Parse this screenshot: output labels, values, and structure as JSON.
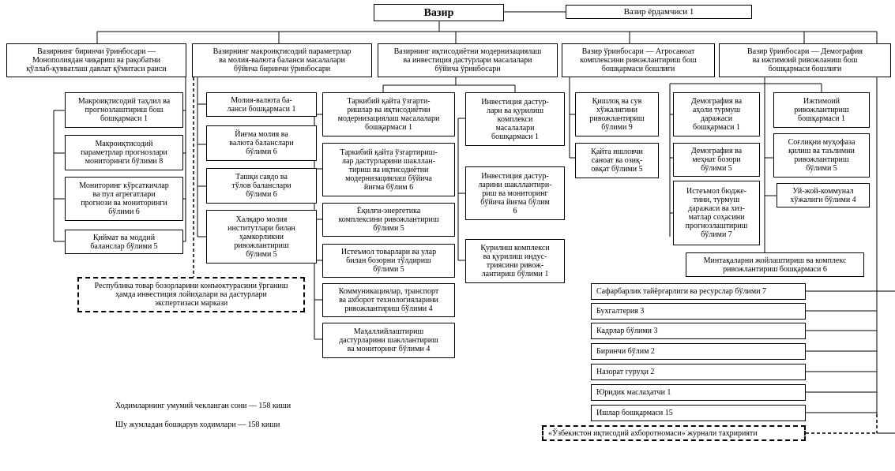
{
  "top": {
    "minister": "Вазир",
    "assistant": "Вазир ёрдамчиси 1"
  },
  "deputies": [
    "Вазирнинг биринчи ўринбосари —\nМонополиядан чиқариш ва рақобатни\nқўллаб-қувватлаш давлат қўмитаси раиси",
    "Вазирнинг макроиқтисодий параметрлар\nва молия-валюта баланси масалалари\nбўйича биринчи ўринбосари",
    "Вазирнинг иқтисодиётни модернизациялаш\nва инвестиция дастурлари масалалари\nбўйича ўринбосари",
    "Вазир ўринбосари — Агросаноат\nкомплексини ривожлантириш бош\nбошқармаси бошлиғи",
    "Вазир ўринбосари — Демография\nва ижтимоий ривожланиш бош\nбошқармаси бошлиғи"
  ],
  "col1": [
    "Макроиқтисодий таҳлил ва\nпрогнозлаштириш бош\nбошқармаси 1",
    "Макроиқтисодий\nпараметрлар прогнозлари\nмониторинги бўлими 8",
    "Мониторинг кўрсаткичлар\nва пул агрегатлари\nпрогнози ва мониторинги\nбўлими 6",
    "Қиймат ва моддий\nбаланслар бўлими 5"
  ],
  "col2": [
    "Молия-валюта ба-\nланси бошқармаси 1",
    "Йиғма молия ва\nвалюта баланслари\nбўлими 6",
    "Ташқи савдо ва\nтўлов баланслари\nбўлими 6",
    "Халқаро молия\nинститутлари билан\nҳамкорликни\nривожлантириш\nбўлими 5"
  ],
  "col3": [
    "Таркибий қайта ўзгарти-\nришлар ва иқтисодиётни\nмодернизациялаш масалалари\nбошқармаси 1",
    "Таркибий қайта ўзгартириш-\nлар дастурларини шакллан-\nтириш ва иқтисодиётни\nмодернизациялаш бўйича\nйиғма бўлим 6",
    "Ёқилғи-энергетика\nкомплексини ривожлантириш\nбўлими 5",
    "Истеъмол товарлари ва улар\nбилан бозорни тўлдириш\nбўлими 5",
    "Коммуникациялар, транспорт\nва ахборот технологияларини\nривожлантириш бўлими 4",
    "Маҳаллийлаштириш\nдастурларини шакллантириш\nва мониторинг бўлими 4"
  ],
  "col4": [
    "Инвестиция дастур-\nлари ва қурилиш\nкомплекси\nмасалалари\nбошқармаси 1",
    "Инвестиция дастур-\nларини шакллантири-\nриш ва мониторинг\nбўйича йиғма бўлим\n6",
    "Қурилиш комплекси\nва қурилиш индус-\nтриясини ривож-\nлантириш бўлими 1"
  ],
  "col5": [
    "Қишлоқ ва сув\nхўжалигини\nривожлантириш\nбўлими 9",
    "Қайта ишловчи\nсаноат ва озиқ-\nовқат бўлими 5"
  ],
  "col6": [
    "Демография ва\nаҳоли турмуш\nдаражаси\nбошқармаси 1",
    "Демография ва\nмеҳнат бозори\nбўлими 5",
    "Истеъмол бюдже-\nтини, турмуш\nдаражаси ва хиз-\nматлар соҳасини\nпрогнозлаштириш\nбўлими 7"
  ],
  "col7": [
    "Ижтимоий\nривожлантириш\nбошқармаси 1",
    "Соғлиқни муҳофаза\nқилиш ва таълимни\nривожлантириш\nбўлими 5",
    "Уй-жой-коммунал\nхўжалиги бўлими 4"
  ],
  "regional": "Минтақаларни жойлаштириш ва комплекс\nривожлантириш бошқармаси 6",
  "center": "Республика товар бозорларини конъюктурасини ўрганиш\nҳамда инвестиция лойиҳалари ва дастурлари\nэкспертизаси маркази",
  "services": [
    "Сафарбарлик тайёргарлиги  ва ресурслар бўлими 7",
    "Бухгалтерия 3",
    "Кадрлар бўлими 3",
    "Биринчи бўлим 2",
    "Назорат гуруҳи 2",
    "Юридик маслаҳатчи 1",
    "Ишлар бошқармаси 15"
  ],
  "journal": "«Ўзбекистон иқтисодий ахборотномаси» журнали таҳририяти",
  "footer": {
    "line1": "Ходимларнинг умумий чекланган сони — 158 киши",
    "line2": "Шу жумладан бошқарув ходимлари — 158 киши"
  }
}
